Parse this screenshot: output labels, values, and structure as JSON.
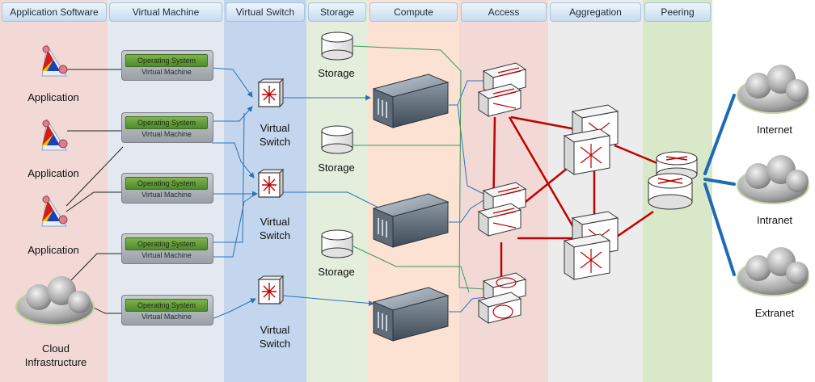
{
  "lanes": [
    {
      "header": "Application Software",
      "color": "#f2d9d6"
    },
    {
      "header": "Virtual Machine",
      "color": "#e4e9f1"
    },
    {
      "header": "Virtual Switch",
      "color": "#c3d6ee"
    },
    {
      "header": "Storage",
      "color": "#e3eedc"
    },
    {
      "header": "Compute",
      "color": "#fbe2d2"
    },
    {
      "header": "Access",
      "color": "#f2d9d6"
    },
    {
      "header": "Aggregation",
      "color": "#ececec"
    },
    {
      "header": "Peering",
      "color": "#d8e8c8"
    }
  ],
  "applications": [
    {
      "label": "Application"
    },
    {
      "label": "Application"
    },
    {
      "label": "Application"
    }
  ],
  "cloud": {
    "label_line1": "Cloud",
    "label_line2": "Infrastructure"
  },
  "vms": [
    {
      "os": "Operating System",
      "vm": "Virtual Machine"
    },
    {
      "os": "Operating System",
      "vm": "Virtual Machine"
    },
    {
      "os": "Operating System",
      "vm": "Virtual Machine"
    },
    {
      "os": "Operating System",
      "vm": "Virtual Machine"
    },
    {
      "os": "Operating System",
      "vm": "Virtual Machine"
    }
  ],
  "virtual_switches": [
    {
      "line1": "Virtual",
      "line2": "Switch"
    },
    {
      "line1": "Virtual",
      "line2": "Switch"
    },
    {
      "line1": "Virtual",
      "line2": "Switch"
    }
  ],
  "storage": [
    {
      "label": "Storage"
    },
    {
      "label": "Storage"
    },
    {
      "label": "Storage"
    }
  ],
  "networks": [
    {
      "label": "Internet"
    },
    {
      "label": "Intranet"
    },
    {
      "label": "Extranet"
    }
  ],
  "colors": {
    "blue_link": "#2a72b8",
    "green_link": "#3c9a5a",
    "red_link": "#c00000",
    "thick_blue": "#1d6bb5",
    "black_link": "#222222"
  }
}
